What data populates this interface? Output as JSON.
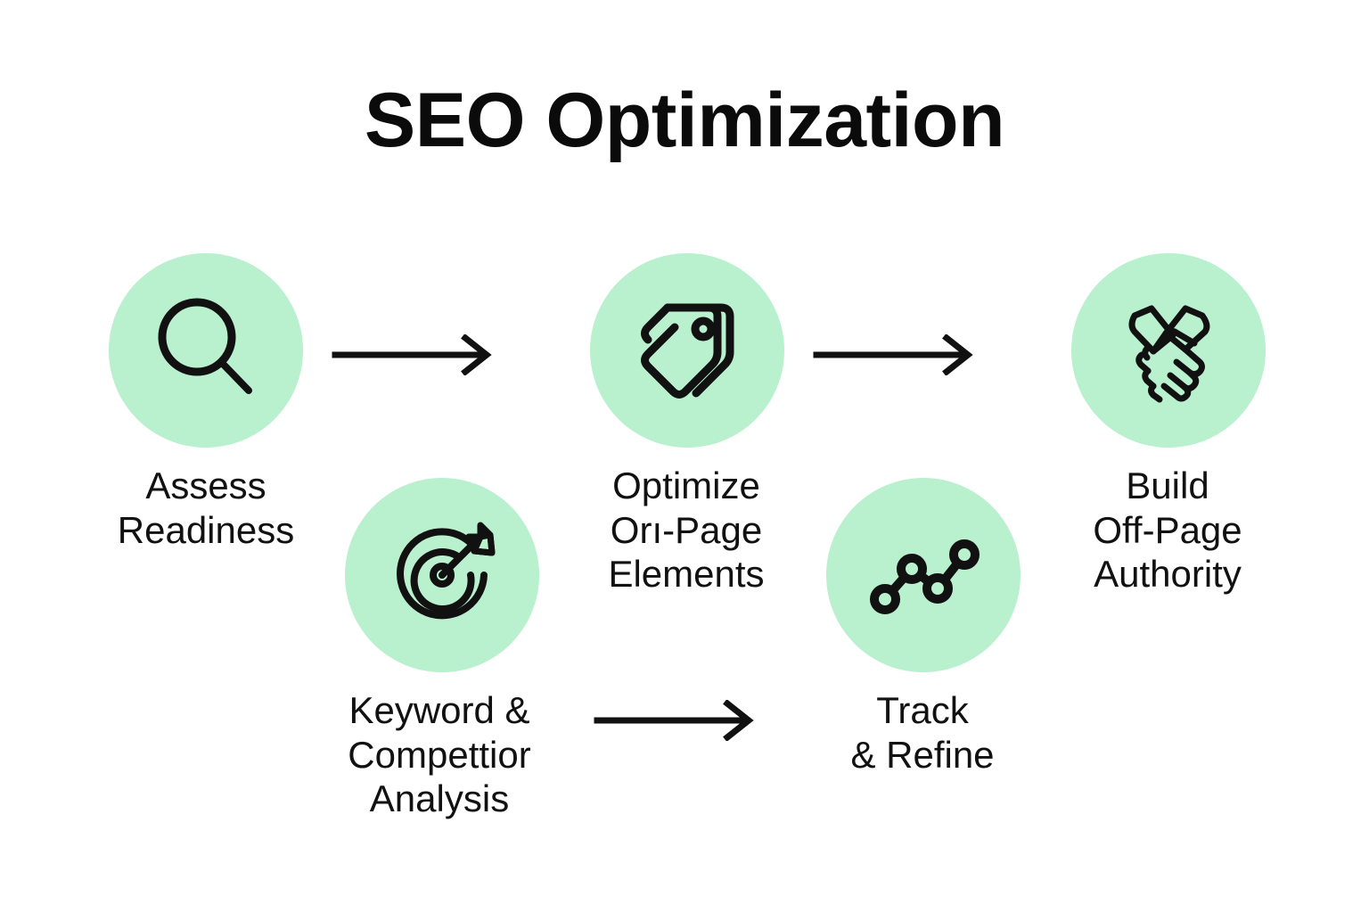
{
  "page": {
    "title": "SEO Optimization",
    "background_color": "#ffffff",
    "accent_color": "#b9f0cd",
    "stroke_color": "#111111"
  },
  "steps": [
    {
      "id": "assess-readiness",
      "order": 1,
      "label": "Assess\nReadiness",
      "icon": "magnifier-icon",
      "circle_color": "#b9f0cd",
      "row": "top"
    },
    {
      "id": "keyword-competitor-analysis",
      "order": 2,
      "label": "Keyword &\nCompettior\nAnalysis",
      "icon": "target-arrow-icon",
      "circle_color": "#b9f0cd",
      "row": "bottom"
    },
    {
      "id": "optimize-on-page-elements",
      "order": 3,
      "label": "Optimize\nOrı-Page\nElements",
      "icon": "tags-icon",
      "circle_color": "#b9f0cd",
      "row": "top"
    },
    {
      "id": "track-and-refine",
      "order": 4,
      "label": "Track\n& Refine",
      "icon": "line-chart-icon",
      "circle_color": "#b9f0cd",
      "row": "bottom"
    },
    {
      "id": "build-off-page-authority",
      "order": 5,
      "label": "Build\nOff-Page\nAuthority",
      "icon": "handshake-icon",
      "circle_color": "#b9f0cd",
      "row": "top"
    }
  ],
  "connectors": [
    {
      "id": "arrow-assess-to-optimize",
      "icon": "arrow-right-icon",
      "from": "assess-readiness",
      "to": "optimize-on-page-elements"
    },
    {
      "id": "arrow-optimize-to-build",
      "icon": "arrow-right-icon",
      "from": "optimize-on-page-elements",
      "to": "build-off-page-authority"
    },
    {
      "id": "arrow-keyword-to-track",
      "icon": "arrow-right-icon",
      "from": "keyword-competitor-analysis",
      "to": "track-and-refine"
    }
  ]
}
